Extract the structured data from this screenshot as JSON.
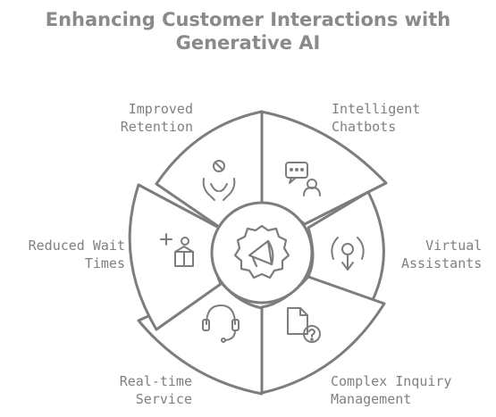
{
  "title": {
    "line1": "Enhancing Customer Interactions with",
    "line2": "Generative AI"
  },
  "segments": [
    {
      "label_line1": "Intelligent",
      "label_line2": "Chatbots",
      "icon": "chat-support-icon"
    },
    {
      "label_line1": "Virtual",
      "label_line2": "Assistants",
      "icon": "touch-assistant-icon"
    },
    {
      "label_line1": "Complex Inquiry",
      "label_line2": "Management",
      "icon": "document-question-icon"
    },
    {
      "label_line1": "Real-time",
      "label_line2": "Service",
      "icon": "headset-icon"
    },
    {
      "label_line1": "Reduced Wait",
      "label_line2": "Times",
      "icon": "hourglass-plus-icon"
    },
    {
      "label_line1": "Improved",
      "label_line2": "Retention",
      "icon": "hands-person-icon"
    }
  ],
  "center": {
    "icon": "megaphone-gear-icon"
  },
  "colors": {
    "stroke": "#7d7d7d",
    "fill": "#ffffff",
    "text": "#808080"
  }
}
